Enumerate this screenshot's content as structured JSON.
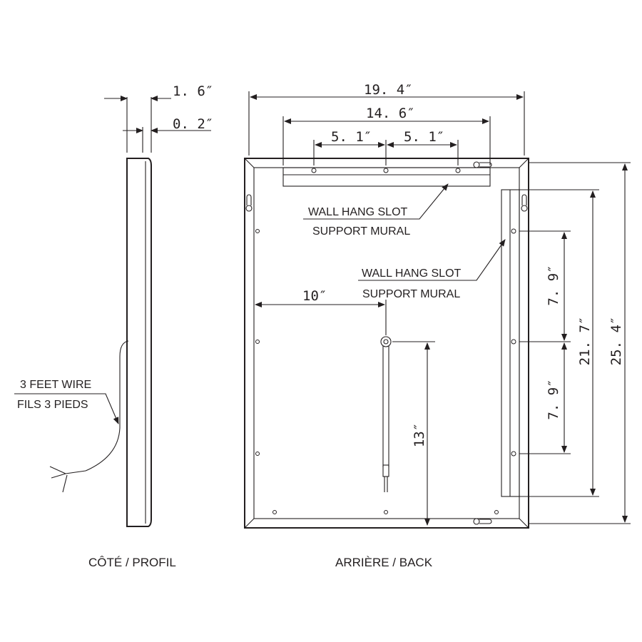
{
  "side_view": {
    "caption": "CÔTÉ / PROFIL",
    "depth_dim": "1. 6″",
    "frame_dim": "0. 2″",
    "wire_label_en": "3 FEET WIRE",
    "wire_label_fr": "FILS 3 PIEDS"
  },
  "back_view": {
    "caption": "ARRIÈRE / BACK",
    "overall_width": "19. 4″",
    "slot_span": "14. 6″",
    "hole_spacing_left": "5. 1″",
    "hole_spacing_right": "5. 1″",
    "top_slot_label_en": "WALL HANG SLOT",
    "top_slot_label_fr": "SUPPORT MURAL",
    "side_slot_label_en": "WALL HANG SLOT",
    "side_slot_label_fr": "SUPPORT MURAL",
    "wire_offset": "10″",
    "wire_drop": "13″",
    "side_hole_spacing_upper": "7. 9″",
    "side_hole_spacing_lower": "7. 9″",
    "side_slot_length": "21. 7″",
    "overall_height": "25. 4″"
  }
}
